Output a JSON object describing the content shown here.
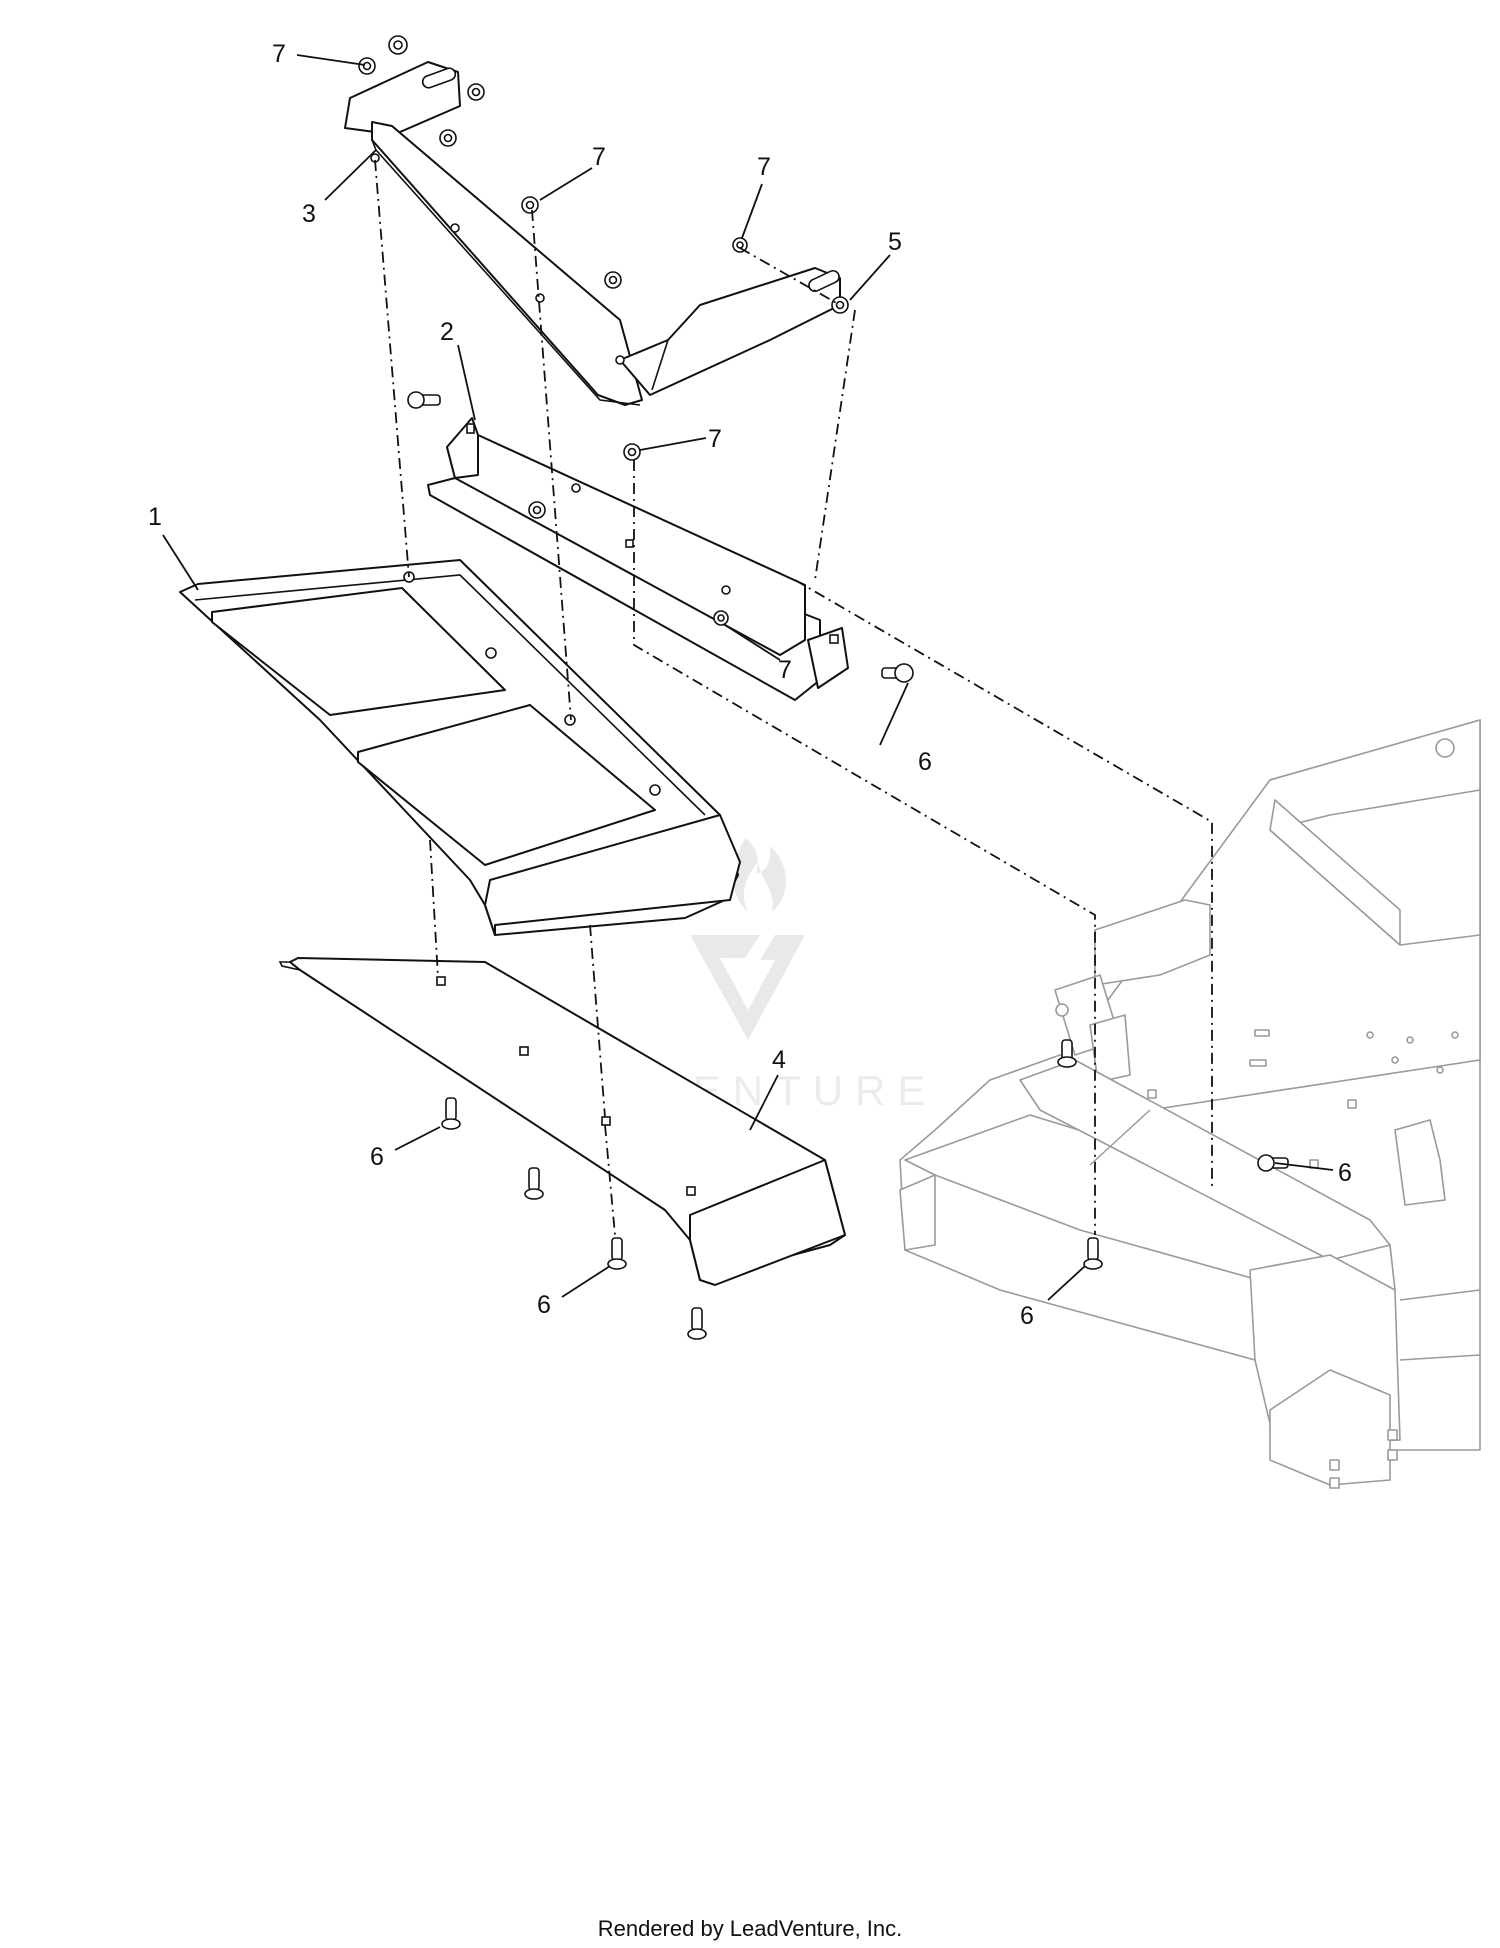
{
  "callouts": [
    {
      "label": "1"
    },
    {
      "label": "2"
    },
    {
      "label": "3"
    },
    {
      "label": "4"
    },
    {
      "label": "5"
    },
    {
      "label": "6"
    },
    {
      "label": "6"
    },
    {
      "label": "6"
    },
    {
      "label": "6"
    },
    {
      "label": "6"
    },
    {
      "label": "7"
    },
    {
      "label": "7"
    },
    {
      "label": "7"
    },
    {
      "label": "7"
    },
    {
      "label": "7"
    }
  ],
  "watermark": {
    "text": "LEADVENTURE"
  },
  "footer": {
    "text": "Rendered by LeadVenture, Inc."
  }
}
